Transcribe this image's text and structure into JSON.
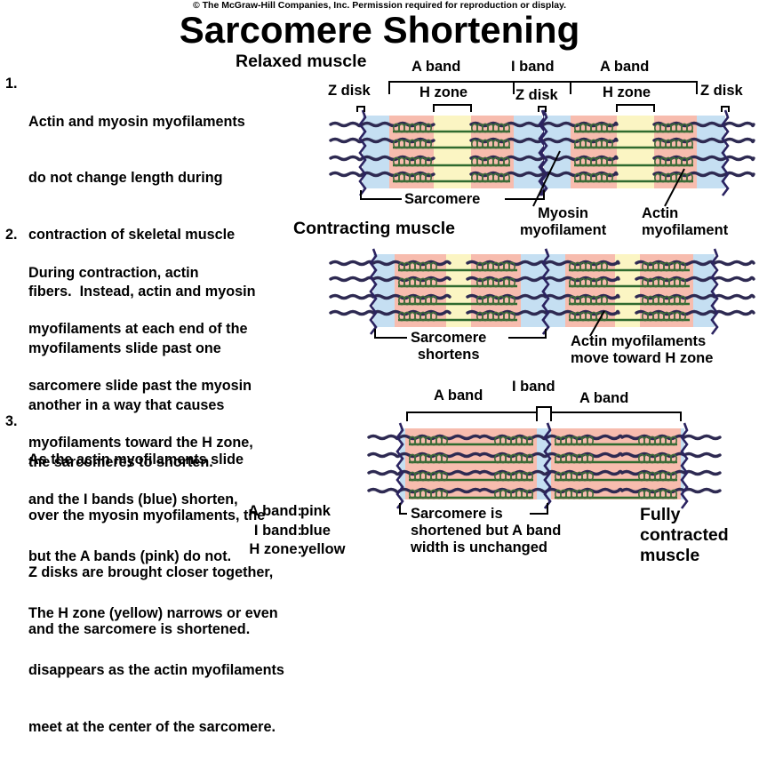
{
  "copyright": "© The McGraw-Hill Companies, Inc. Permission required for reproduction or display.",
  "title": "Sarcomere Shortening",
  "steps": [
    {
      "number": "1.",
      "lines": [
        "Actin and myosin myofilaments",
        "do not change length during",
        "contraction of skeletal muscle",
        "fibers.  Instead, actin and myosin",
        "myofilaments slide past one",
        "another in a way that causes",
        "the sarcomeres to shorten."
      ]
    },
    {
      "number": "2.",
      "lines": [
        "During contraction, actin",
        "myofilaments at each end of the",
        "sarcomere slide past the myosin",
        "myofilaments toward the H zone,",
        "and the I bands (blue) shorten,",
        "but the A bands (pink) do not.",
        "The H zone (yellow) narrows or even",
        "disappears as the actin myofilaments",
        "meet at the center of the sarcomere."
      ]
    },
    {
      "number": "3.",
      "lines": [
        "As the actin myofilaments slide",
        "over the myosin myofilaments, the",
        "Z disks are brought closer together,",
        "and the sarcomere is shortened."
      ]
    }
  ],
  "legend": [
    {
      "band": "A band:",
      "color_name": "pink"
    },
    {
      "band": "I band:",
      "color_name": "blue"
    },
    {
      "band": "H zone:",
      "color_name": "yellow"
    }
  ],
  "panels": {
    "relaxed": {
      "heading": "Relaxed muscle",
      "z_disk_left": "Z disk",
      "z_disk_mid": "Z disk",
      "z_disk_right": "Z disk",
      "a_band_left": "A band",
      "i_band": "I band",
      "a_band_right": "A band",
      "h_zone_left": "H zone",
      "h_zone_right": "H zone",
      "sarcomere": "Sarcomere",
      "myosin": [
        "Myosin",
        "myofilament"
      ],
      "actin": [
        "Actin",
        "myofilament"
      ]
    },
    "contracting": {
      "heading": "Contracting muscle",
      "sarcomere": [
        "Sarcomere",
        "shortens"
      ],
      "actin_move": [
        "Actin myofilaments",
        "move toward H zone"
      ]
    },
    "fully": {
      "a_band_left": "A band",
      "i_band": "I band",
      "a_band_right": "A band",
      "sarcomere": [
        "Sarcomere is",
        "shortened but A band",
        "width is unchanged"
      ],
      "heading": [
        "Fully",
        "contracted",
        "muscle"
      ]
    }
  },
  "colors": {
    "pink": "#f7bcae",
    "blue": "#c5dff2",
    "yellow": "#fbf5c3",
    "actin": "#2e2a52",
    "myosin_head": "#3f6b3a",
    "myosin_line": "#2f6b2f"
  }
}
